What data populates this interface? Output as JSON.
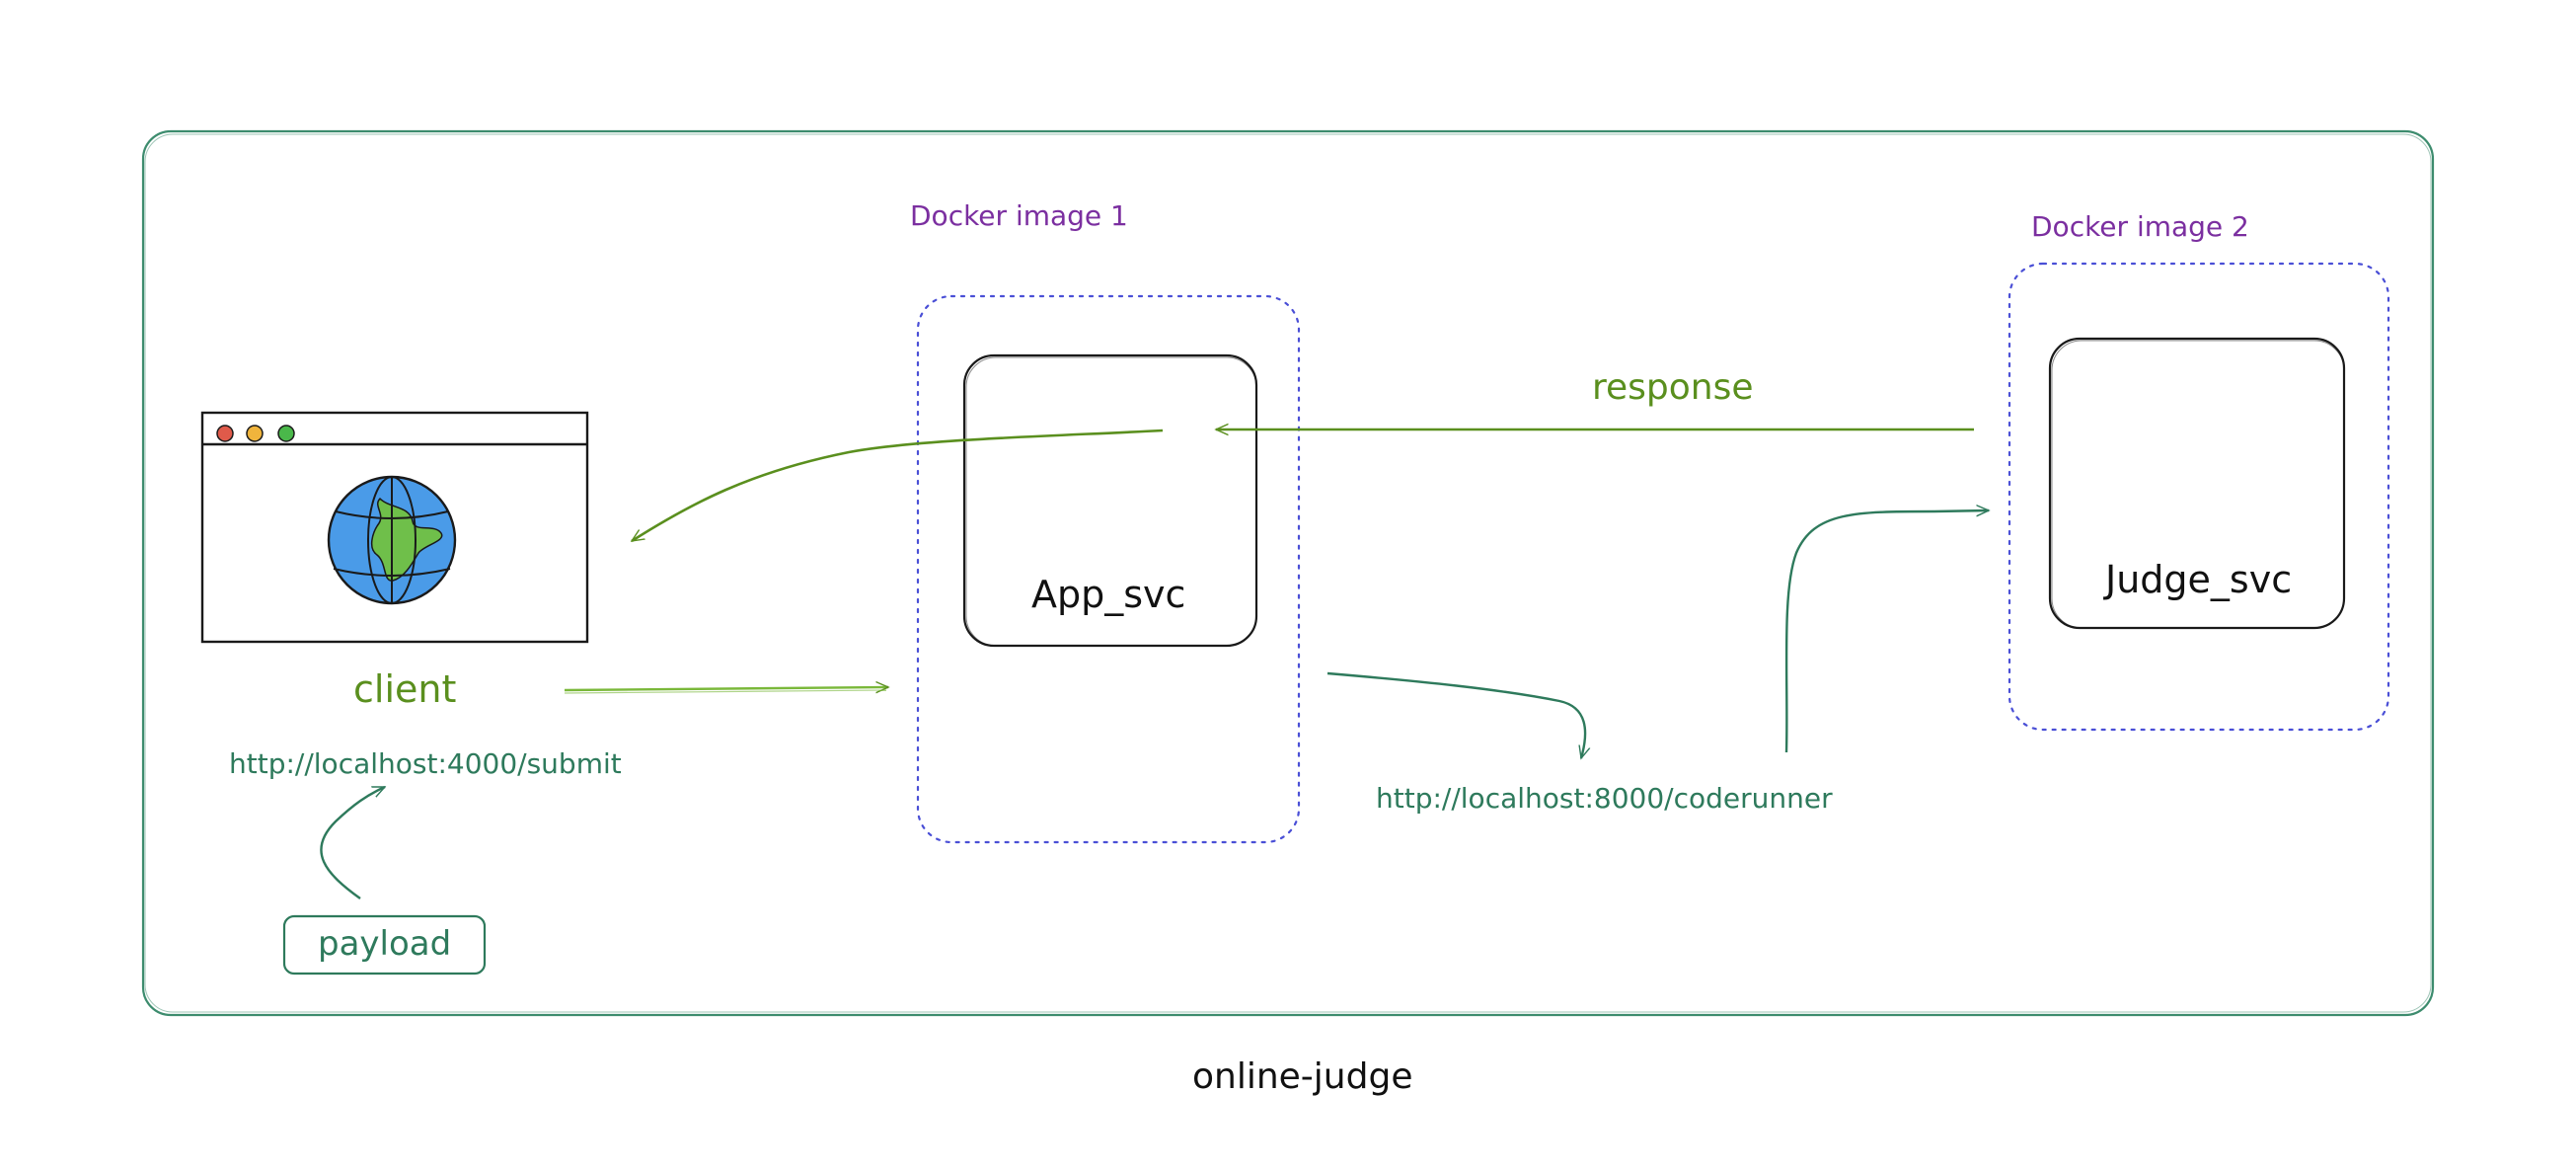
{
  "diagram": {
    "title": "online-judge",
    "docker_image_1": "Docker image 1",
    "docker_image_2": "Docker image 2",
    "app_service": "App_svc",
    "judge_service": "Judge_svc",
    "client": "client",
    "client_url": "http://localhost:4000/submit",
    "payload": "payload",
    "response": "response",
    "coderunner_url": "http://localhost:8000/coderunner"
  },
  "icons": {
    "browser": "browser-window-icon",
    "globe": "globe-icon"
  },
  "colors": {
    "outer_border": "#3d8c6e",
    "docker_border": "#4a4fd6",
    "docker_label": "#7b2fa0",
    "green_arrow": "#5a8f1e",
    "teal_arrow": "#2e7a5c",
    "globe_ocean": "#4a9be8",
    "globe_land": "#6fbf4a",
    "dot_red": "#e05a4a",
    "dot_yellow": "#f0b43c",
    "dot_green": "#4ab84a"
  }
}
